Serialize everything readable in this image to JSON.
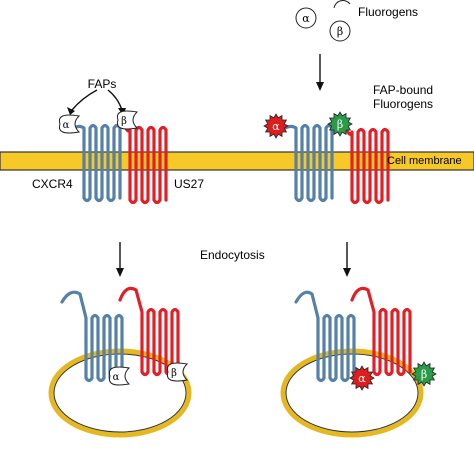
{
  "labels": {
    "fluorogens_top": "Fluorogens",
    "faps": "FAPs",
    "cxcr4": "CXCR4",
    "us27": "US27",
    "cell_membrane": "Cell membrane",
    "fap_bound_line1": "FAP-bound",
    "fap_bound_line2": "Fluorogens",
    "endocytosis": "Endocytosis"
  },
  "symbols": {
    "alpha": "α",
    "beta": "β"
  },
  "colors": {
    "cxcr4": "#5580a8",
    "us27": "#e21f26",
    "membrane": "#f7c928",
    "membrane_stroke": "#333333",
    "vesicle": "#f7c928",
    "alpha_star": "#dd1e1e",
    "beta_star": "#2a9c48"
  }
}
